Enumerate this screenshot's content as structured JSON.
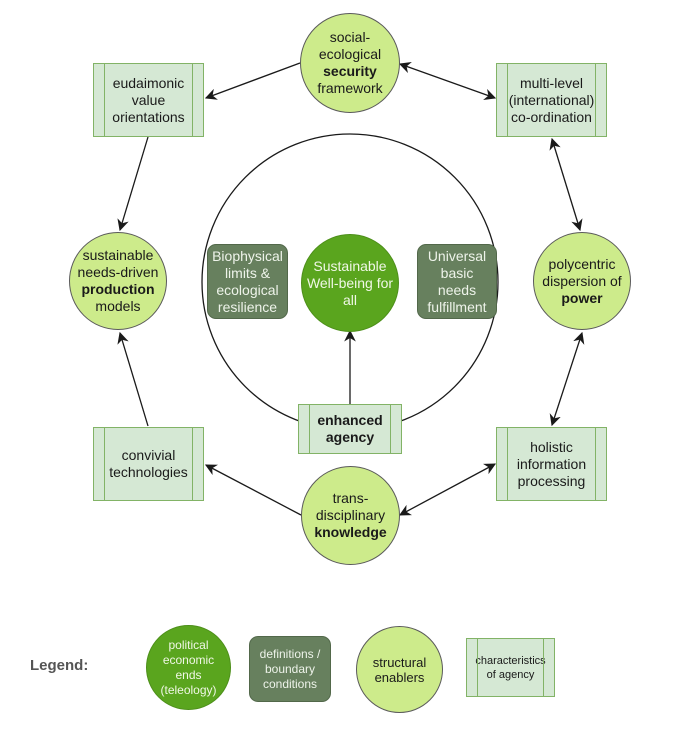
{
  "colors": {
    "political_economic_ends": "#5aa51e",
    "definitions_boundary": "#67805e",
    "structural_enablers": "#cdeb8b",
    "characteristics_of_agency": "#d5e8d4",
    "characteristics_border": "#82b366",
    "edge": "#1a1a1a"
  },
  "nodes": {
    "security": {
      "lines": [
        "social-",
        "ecological"
      ],
      "bold": "security",
      "after": "framework",
      "type": "structural enabler"
    },
    "eudaimonic": {
      "lines": [
        "eudaimonic",
        "value",
        "orientations"
      ],
      "type": "characteristic of agency"
    },
    "multilevel": {
      "lines": [
        "multi-level",
        "(international)",
        "co-ordination"
      ],
      "type": "characteristic of agency"
    },
    "production": {
      "lines": [
        "sustainable",
        "needs-driven"
      ],
      "bold": "production",
      "after": "models",
      "type": "structural enabler"
    },
    "power": {
      "lines": [
        "polycentric",
        "dispersion of"
      ],
      "bold": "power",
      "type": "structural enabler"
    },
    "biophysical": {
      "lines": [
        "Biophysical",
        "limits &",
        "ecological",
        "resilience"
      ],
      "type": "definition / boundary condition"
    },
    "wellbeing": {
      "lines": [
        "Sustainable",
        "Well-being for",
        "all"
      ],
      "type": "political economic end"
    },
    "basicneeds": {
      "lines": [
        "Universal",
        "basic",
        "needs",
        "fulfillment"
      ],
      "type": "definition / boundary condition"
    },
    "agency": {
      "bold_lines": [
        "enhanced",
        "agency"
      ],
      "type": "characteristic of agency"
    },
    "convivial": {
      "lines": [
        "convivial",
        "technologies"
      ],
      "type": "characteristic of agency"
    },
    "holistic": {
      "lines": [
        "holistic",
        "information",
        "processing"
      ],
      "type": "characteristic of agency"
    },
    "knowledge": {
      "lines": [
        "trans-",
        "disciplinary"
      ],
      "bold": "knowledge",
      "type": "structural enabler"
    }
  },
  "edges": [
    {
      "from": "security",
      "to": "eudaimonic",
      "direction": "forward"
    },
    {
      "from": "security",
      "to": "multilevel",
      "direction": "both"
    },
    {
      "from": "eudaimonic",
      "to": "production",
      "direction": "forward"
    },
    {
      "from": "multilevel",
      "to": "power",
      "direction": "both"
    },
    {
      "from": "convivial",
      "to": "production",
      "direction": "forward"
    },
    {
      "from": "power",
      "to": "holistic",
      "direction": "both"
    },
    {
      "from": "knowledge",
      "to": "convivial",
      "direction": "forward"
    },
    {
      "from": "knowledge",
      "to": "holistic",
      "direction": "both"
    },
    {
      "from": "agency",
      "to": "wellbeing",
      "direction": "forward"
    }
  ],
  "legend": {
    "title": "Legend:",
    "items": [
      {
        "label_lines": [
          "political",
          "economic",
          "ends",
          "(teleology)"
        ],
        "kind": "political_economic_ends"
      },
      {
        "label_lines": [
          "definitions /",
          "boundary",
          "conditions"
        ],
        "kind": "definitions_boundary"
      },
      {
        "label_lines": [
          "structural",
          "enablers"
        ],
        "kind": "structural_enablers"
      },
      {
        "label_lines": [
          "characteristics",
          "of agency"
        ],
        "kind": "characteristics_of_agency"
      }
    ]
  }
}
